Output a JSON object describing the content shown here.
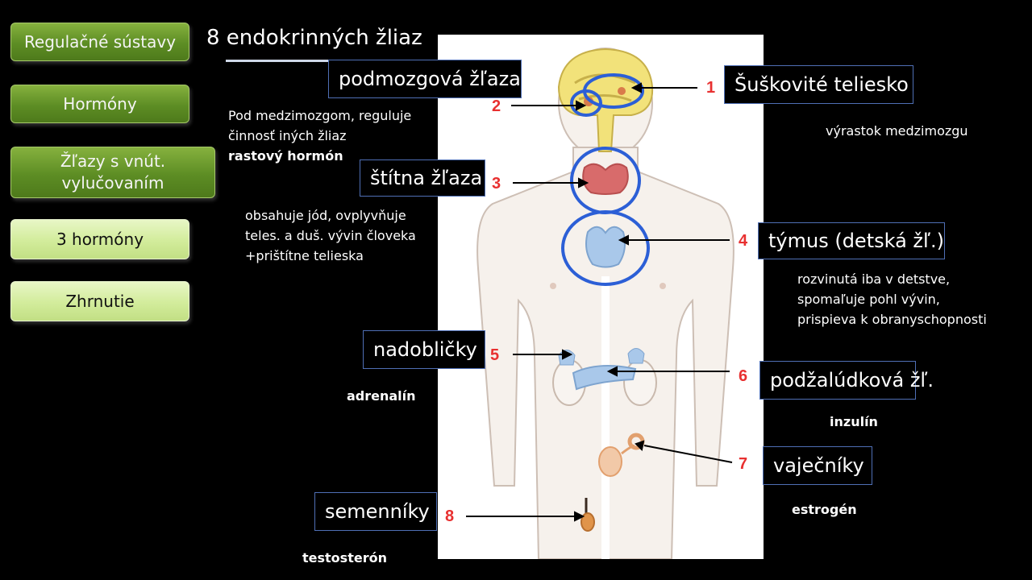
{
  "nav": {
    "items": [
      {
        "label": "Regulačné sústavy",
        "style": "dark"
      },
      {
        "label": "Hormóny",
        "style": "dark"
      },
      {
        "label": "Žľazy s vnút.\nvylučovaním",
        "style": "dark"
      },
      {
        "label": "3 hormóny",
        "style": "light"
      },
      {
        "label": "Zhrnutie",
        "style": "light"
      }
    ]
  },
  "title": "8 endokrinných žliaz",
  "diagram": {
    "numbers": [
      "1",
      "2",
      "3",
      "4",
      "5",
      "6",
      "7",
      "8"
    ],
    "labels": [
      "Šuškovité teliesko",
      "podmozgová žľaza",
      "štítna žľaza",
      "týmus (detská žľ.)",
      "nadobličky",
      "podžalúdková žľ.",
      "vaječníky",
      "semenníky"
    ]
  },
  "notes": {
    "pituitary_l1": "Pod medzimozgom, reguluje",
    "pituitary_l2": "činnosť iných žliaz",
    "pituitary_l3": "rastový hormón",
    "pineal": "výrastok medzimozgu",
    "thyroid_l1": "obsahuje jód, ovplyvňuje",
    "thyroid_l2": "teles. a duš. vývin človeka",
    "thyroid_l3": "+prištítne telieska",
    "thymus_l1": "rozvinutá iba v detstve,",
    "thymus_l2": "spomaľuje pohl vývin,",
    "thymus_l3": "prispieva k obranyschopnosti",
    "adrenal": "adrenalín",
    "pancreas": "inzulín",
    "ovaries": "estrogén",
    "testes": "testosterón"
  },
  "colors": {
    "nav_dark": "#6b9a2c",
    "nav_light": "#d4ed9e",
    "label_border": "#4f6fb5",
    "number_red": "#e83030",
    "circle_blue": "#2c5fd6"
  }
}
